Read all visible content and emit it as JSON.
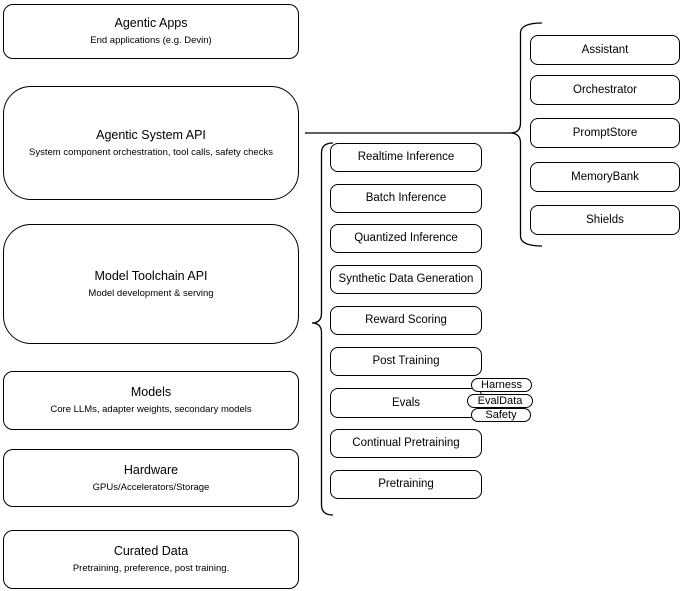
{
  "diagram": {
    "layers": [
      {
        "title": "Agentic Apps",
        "subtitle": "End applications (e.g. Devin)"
      },
      {
        "title": "Agentic System API",
        "subtitle": "System component orchestration, tool calls, safety checks"
      },
      {
        "title": "Model Toolchain API",
        "subtitle": "Model development & serving"
      },
      {
        "title": "Models",
        "subtitle": "Core LLMs, adapter weights, secondary models"
      },
      {
        "title": "Hardware",
        "subtitle": "GPUs/Accelerators/Storage"
      },
      {
        "title": "Curated Data",
        "subtitle": "Pretraining, preference, post training."
      }
    ],
    "toolchain_items": [
      "Realtime Inference",
      "Batch Inference",
      "Quantized Inference",
      "Synthetic Data Generation",
      "Reward Scoring",
      "Post Training",
      "Evals",
      "Continual Pretraining",
      "Pretraining"
    ],
    "eval_tags": [
      "Harness",
      "EvalData",
      "Safety"
    ],
    "system_components": [
      "Assistant",
      "Orchestrator",
      "PromptStore",
      "MemoryBank",
      "Shields"
    ],
    "colors": {
      "stroke": "#000000",
      "background": "#ffffff",
      "shape_fill": "#ffffff"
    }
  }
}
